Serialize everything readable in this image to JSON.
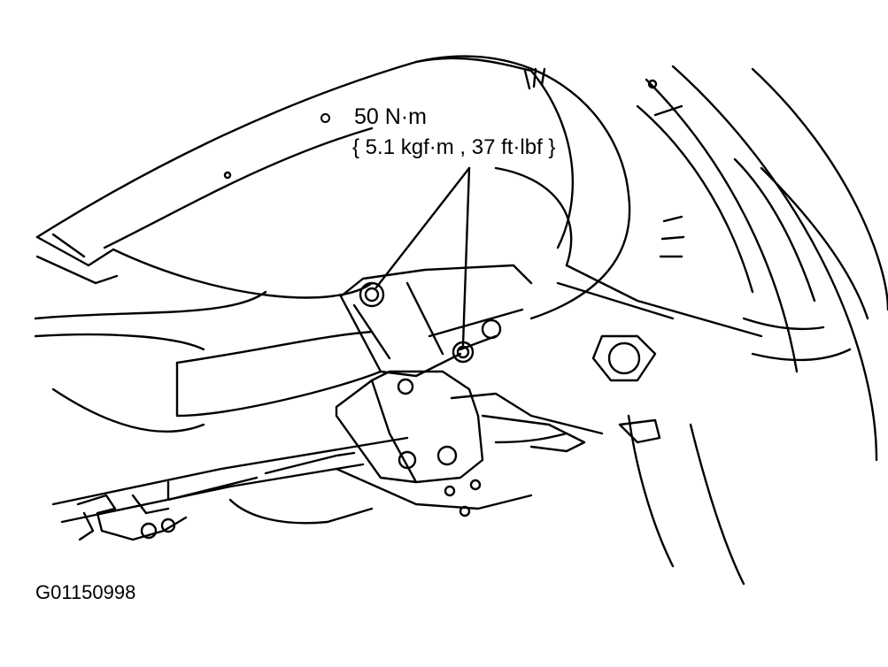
{
  "torque_callout": {
    "value": "50 N·m",
    "conversion": "{ 5.1 kgf·m , 37 ft·lbf }"
  },
  "figure_id": "G01150998",
  "colors": {
    "ink": "#000000",
    "paper": "#ffffff"
  }
}
